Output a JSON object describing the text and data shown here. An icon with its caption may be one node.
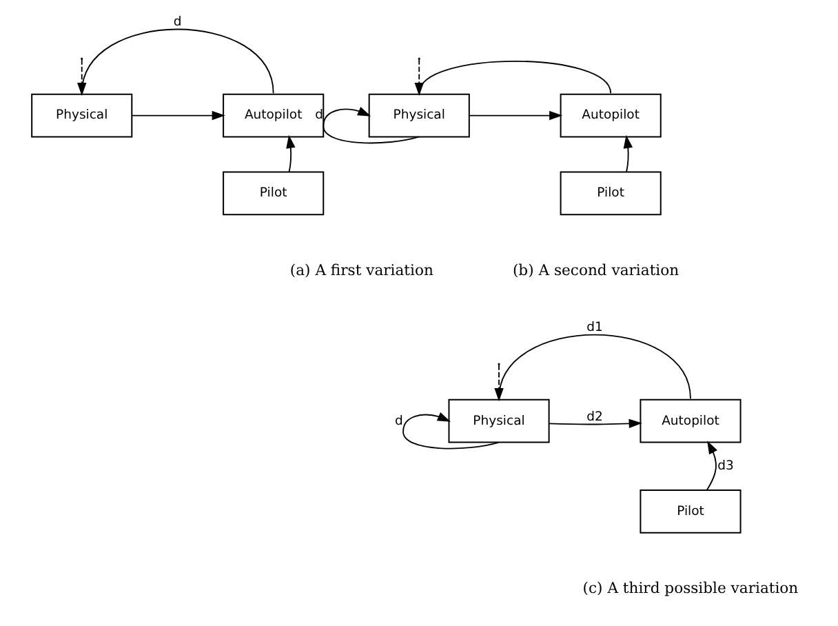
{
  "diagram": {
    "nodes": [
      {
        "text": [
          "Physical"
        ]
      },
      {
        "text": [
          "Autopilot"
        ]
      },
      {
        "text": [
          "Pilot"
        ]
      },
      {
        "text": [
          "Physical"
        ]
      },
      {
        "text": [
          "Autopilot"
        ]
      },
      {
        "text": [
          "Pilot"
        ]
      },
      {
        "text": [
          "Physical"
        ]
      },
      {
        "text": [
          "Autopilot"
        ]
      },
      {
        "text": [
          "Pilot"
        ]
      }
    ],
    "edges": [
      {
        "from": null,
        "to": 0,
        "arrow": "to",
        "style": "dashed"
      },
      {
        "from": 0,
        "to": 1,
        "arrow": "to"
      },
      {
        "from": 1,
        "to": 0,
        "arrow": "to",
        "label": "d"
      },
      {
        "from": 2,
        "to": 1,
        "arrow": "to"
      },
      {
        "from": null,
        "to": 3,
        "arrow": "to",
        "style": "dashed"
      },
      {
        "from": 3,
        "to": 4,
        "arrow": "to"
      },
      {
        "from": 4,
        "to": 3,
        "arrow": "to"
      },
      {
        "from": 3,
        "to": 3,
        "arrow": "to",
        "label": "d"
      },
      {
        "from": 5,
        "to": 4,
        "arrow": "to"
      },
      {
        "from": null,
        "to": 6,
        "arrow": "to",
        "style": "dashed"
      },
      {
        "from": 7,
        "to": 6,
        "arrow": "to",
        "label": "d1"
      },
      {
        "from": 6,
        "to": 7,
        "arrow": "to",
        "label": "d2"
      },
      {
        "from": 6,
        "to": 6,
        "arrow": "to",
        "label": "d"
      },
      {
        "from": 8,
        "to": 7,
        "arrow": "to",
        "label": "d3"
      }
    ],
    "labels": [
      "(a) A first variation",
      "(b) A second variation",
      "(c) A third possible variation"
    ]
  }
}
